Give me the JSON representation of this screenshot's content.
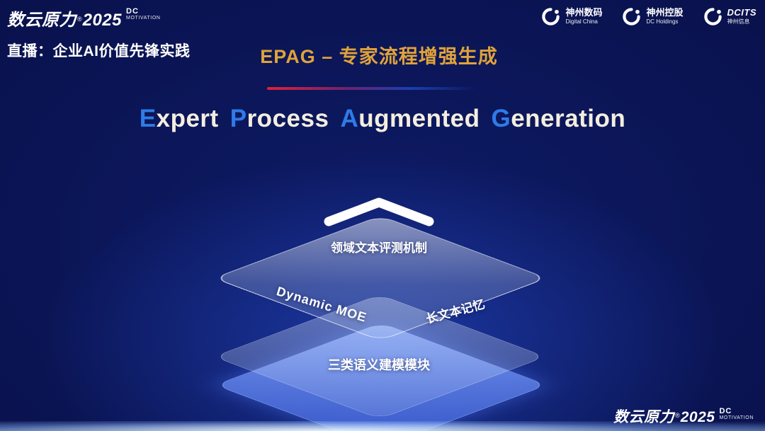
{
  "header": {
    "brand": {
      "name": "数云原力",
      "reg": "®",
      "year": "2025",
      "dc": "DC",
      "motivation": "MOTIVATION"
    },
    "live_label": "直播：企业AI价值先锋实践",
    "slide_title": "EPAG – 专家流程增强生成",
    "logos": [
      {
        "cn": "神州数码",
        "en": "Digital China"
      },
      {
        "cn": "神州控股",
        "en": "DC Holdings"
      },
      {
        "cn": "DCITS",
        "en": "神州信息"
      }
    ]
  },
  "main": {
    "words": [
      {
        "cap": "E",
        "rest": "xpert"
      },
      {
        "cap": "P",
        "rest": "rocess"
      },
      {
        "cap": "A",
        "rest": "ugmented"
      },
      {
        "cap": "G",
        "rest": "eneration"
      }
    ],
    "stack": {
      "top_label": "领域文本评测机制",
      "mid_left_label": "Dynamic MOE",
      "mid_right_label": "长文本记忆",
      "bottom_label": "三类语义建模模块"
    }
  },
  "footer": {
    "brand": {
      "name": "数云原力",
      "reg": "®",
      "year": "2025",
      "dc": "DC",
      "motivation": "MOTIVATION"
    }
  },
  "colors": {
    "title_gold": "#E0A33B",
    "cap_blue": "#2E7BE8",
    "warm_white": "#F3EEDF",
    "bottom_plate_blue": "#3A5CD7"
  }
}
